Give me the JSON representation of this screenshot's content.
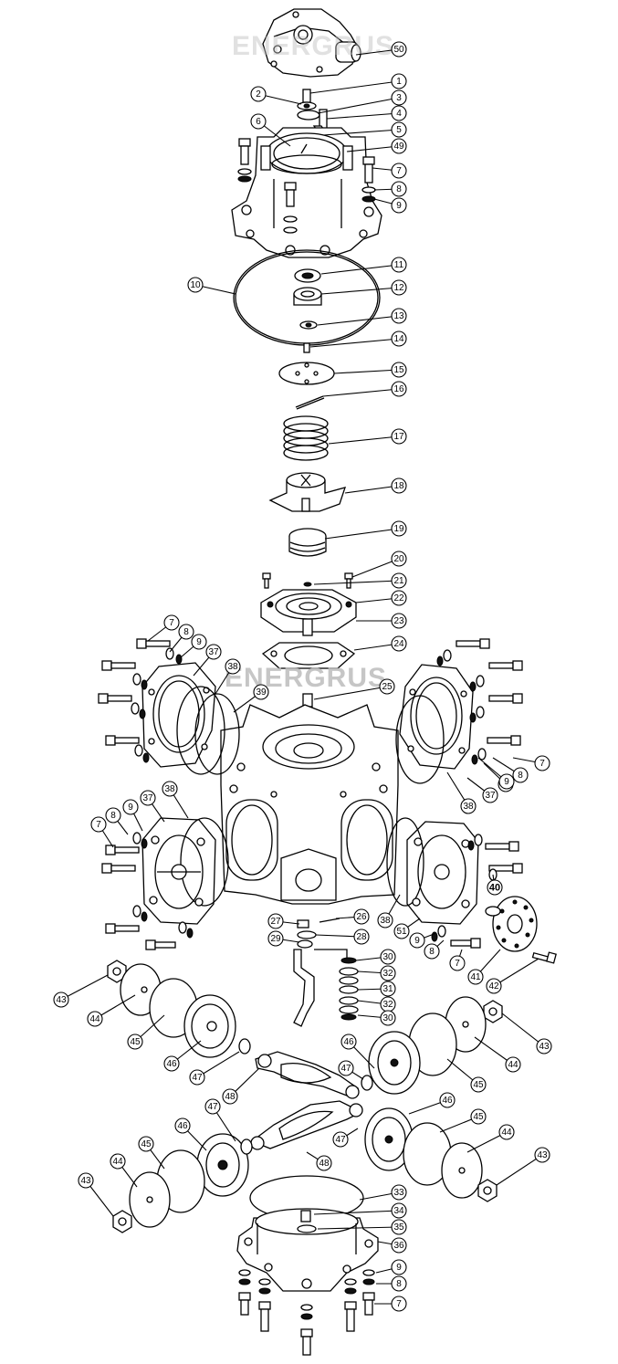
{
  "watermark": "ENERGRUS",
  "callouts": [
    "50",
    "1",
    "2",
    "3",
    "4",
    "5",
    "6",
    "49",
    "7",
    "8",
    "9",
    "10",
    "11",
    "12",
    "13",
    "14",
    "15",
    "16",
    "17",
    "18",
    "19",
    "20",
    "21",
    "22",
    "23",
    "24",
    "25",
    "7",
    "8",
    "9",
    "37",
    "38",
    "39",
    "37",
    "38",
    "9",
    "8",
    "7",
    "7",
    "8",
    "9",
    "37",
    "38",
    "38",
    "9",
    "40",
    "51",
    "9",
    "8",
    "7",
    "41",
    "42",
    "26",
    "27",
    "28",
    "29",
    "30",
    "32",
    "31",
    "32",
    "30",
    "43",
    "44",
    "45",
    "46",
    "47",
    "48",
    "46",
    "45",
    "44",
    "43",
    "47",
    "47",
    "46",
    "45",
    "44",
    "43",
    "48",
    "47",
    "46",
    "45",
    "44",
    "43",
    "33",
    "34",
    "35",
    "36",
    "9",
    "8",
    "7"
  ]
}
